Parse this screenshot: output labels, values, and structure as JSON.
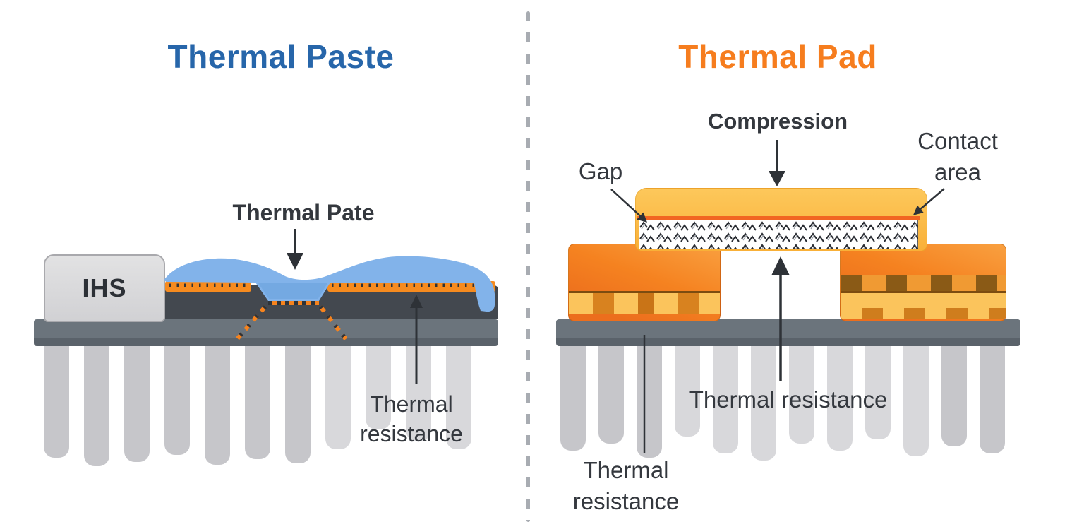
{
  "titles": {
    "left": "Thermal Paste",
    "right": "Thermal Pad"
  },
  "left_panel": {
    "ihs": "IHS",
    "paste_label": "Thermal Pate",
    "resistance_line1": "Thermal",
    "resistance_line2": "resistance"
  },
  "right_panel": {
    "compression_label": "Compression",
    "gap_label": "Gap",
    "contact_line1": "Contact",
    "contact_line2": "area",
    "resistance_top": "Thermal resistance",
    "resistance_bottom_line1": "Thermal",
    "resistance_bottom_line2": "resistance"
  },
  "colors": {
    "title_left_blue": "#2766aa",
    "title_right_orange": "#f67d1e",
    "label_text": "#34383e",
    "paste_blue": "#82b3ea",
    "tim_orange": "#f68b1f",
    "pad_yellow": "#fbbc42",
    "contact_orange": "#f26522",
    "chip_orange": "#f58220",
    "die_gray": "#43484f",
    "baseplate_gray": "#6b747c",
    "fin_gray": "#c6c6ca",
    "divider_gray": "#a8acb2"
  }
}
